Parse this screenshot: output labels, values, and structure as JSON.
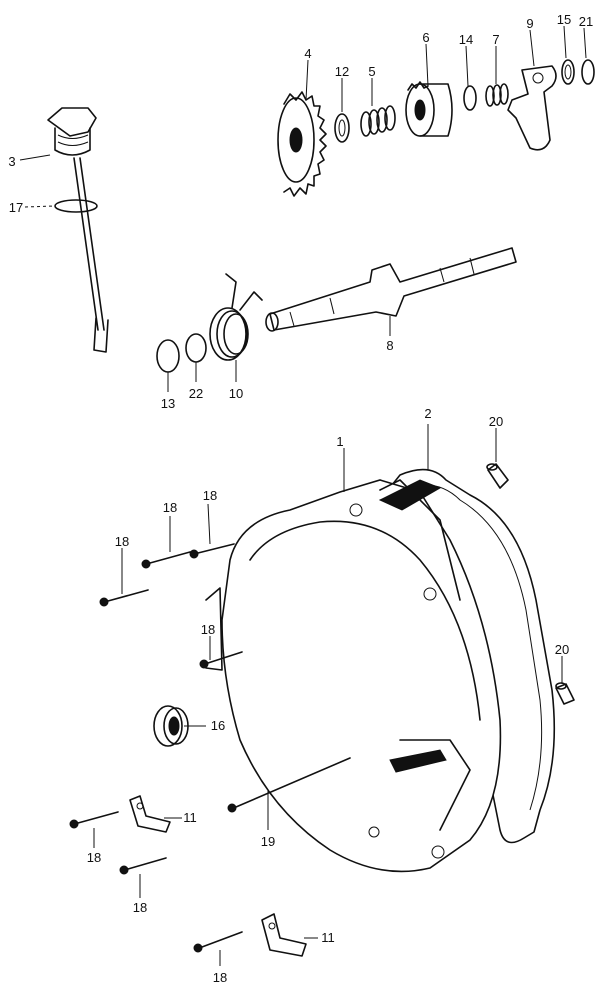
{
  "callouts": [
    {
      "id": "c1",
      "text": "1"
    },
    {
      "id": "c2",
      "text": "2"
    },
    {
      "id": "c3",
      "text": "3"
    },
    {
      "id": "c4",
      "text": "4"
    },
    {
      "id": "c5",
      "text": "5"
    },
    {
      "id": "c6",
      "text": "6"
    },
    {
      "id": "c7",
      "text": "7"
    },
    {
      "id": "c8",
      "text": "8"
    },
    {
      "id": "c9",
      "text": "9"
    },
    {
      "id": "c10",
      "text": "10"
    },
    {
      "id": "c11a",
      "text": "11"
    },
    {
      "id": "c11b",
      "text": "11"
    },
    {
      "id": "c12",
      "text": "12"
    },
    {
      "id": "c13",
      "text": "13"
    },
    {
      "id": "c14",
      "text": "14"
    },
    {
      "id": "c15",
      "text": "15"
    },
    {
      "id": "c16",
      "text": "16"
    },
    {
      "id": "c17",
      "text": "17"
    },
    {
      "id": "c18a",
      "text": "18"
    },
    {
      "id": "c18b",
      "text": "18"
    },
    {
      "id": "c18c",
      "text": "18"
    },
    {
      "id": "c18d",
      "text": "18"
    },
    {
      "id": "c18e",
      "text": "18"
    },
    {
      "id": "c18f",
      "text": "18"
    },
    {
      "id": "c18g",
      "text": "18"
    },
    {
      "id": "c19",
      "text": "19"
    },
    {
      "id": "c20a",
      "text": "20"
    },
    {
      "id": "c20b",
      "text": "20"
    },
    {
      "id": "c21",
      "text": "21"
    },
    {
      "id": "c22",
      "text": "22"
    }
  ]
}
